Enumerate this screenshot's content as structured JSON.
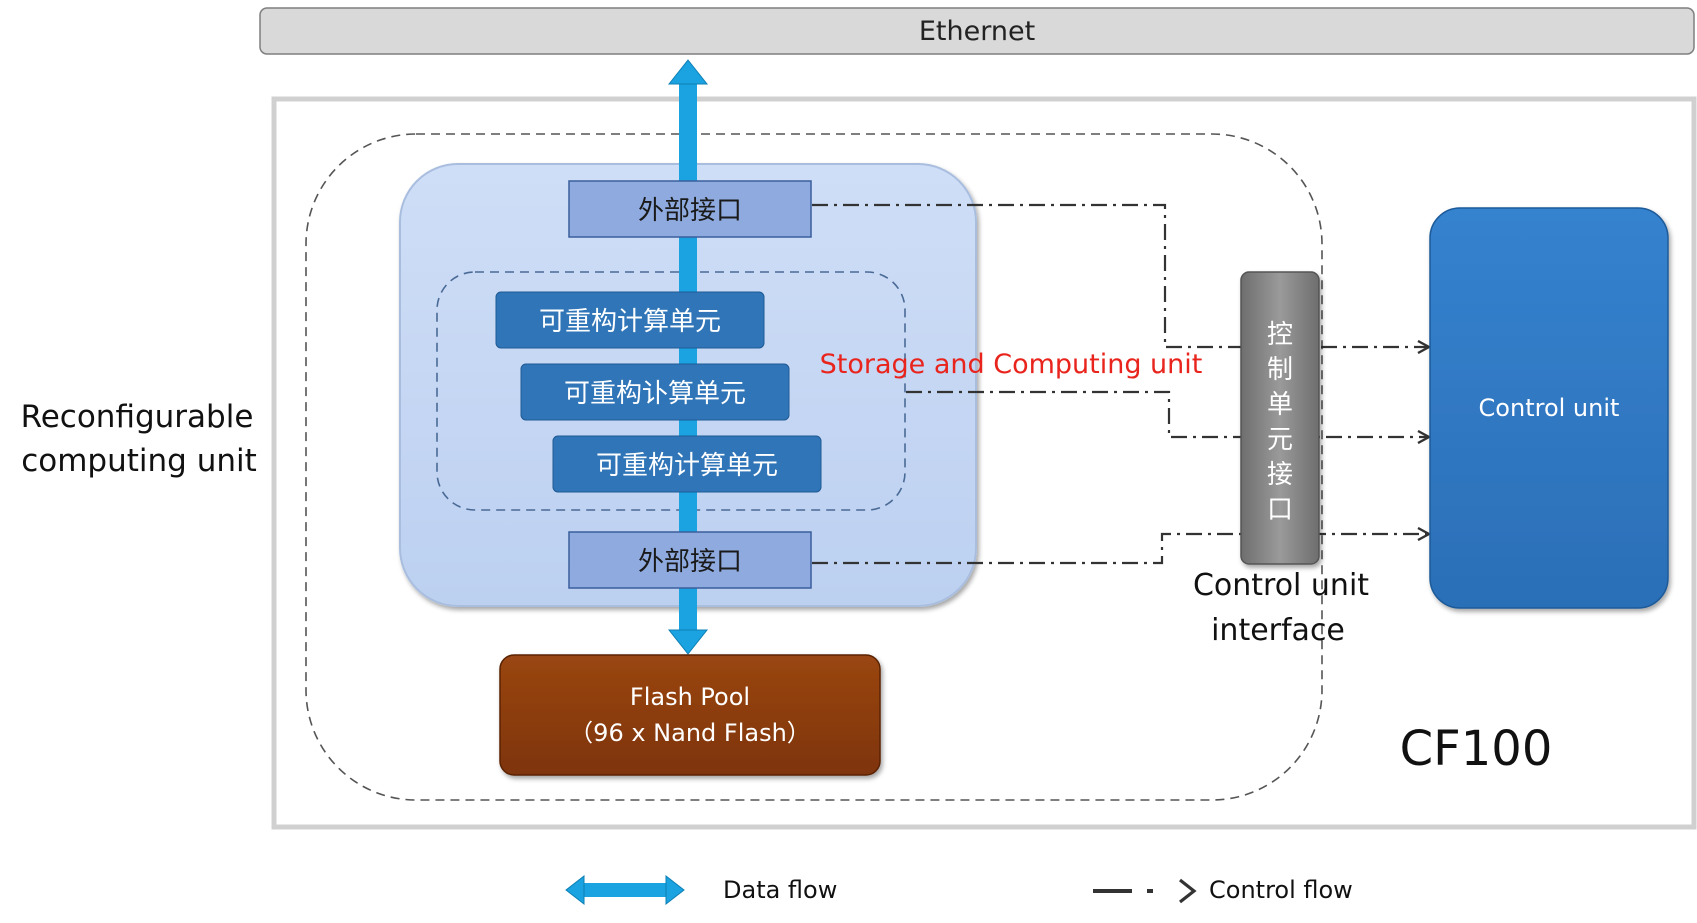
{
  "ethernet": {
    "label": "Ethernet"
  },
  "side_label": {
    "line1": "Reconfigurable",
    "line2": "computing unit"
  },
  "storage_label": "Storage and Computing unit",
  "external_interface_top": "外部接口",
  "external_interface_bottom": "外部接口",
  "compute_units": [
    "可重构计算单元",
    "可重构讣算单元",
    "可重构计算单元"
  ],
  "control_interface": {
    "vertical_chars": [
      "控",
      "制",
      "单",
      "元",
      "接",
      "口"
    ],
    "caption_line1": "Control unit",
    "caption_line2": "interface"
  },
  "control_unit": {
    "label": "Control unit"
  },
  "flash_pool": {
    "line1": "Flash Pool",
    "line2": "（96 x Nand Flash）"
  },
  "device_name": "CF100",
  "legend": {
    "data_flow": "Data flow",
    "control_flow": "Control flow"
  },
  "colors": {
    "data_arrow": "#1aa3e0",
    "panel_fill": "#c3d6f3",
    "interface_fill": "#8eaadf",
    "compute_fill": "#2f75b8",
    "control_unit_fill": "#2f77c2",
    "flash_fill": "#8b3a0e",
    "control_interface_fill": "#7f7f7f",
    "accent_text": "#e8241c"
  }
}
